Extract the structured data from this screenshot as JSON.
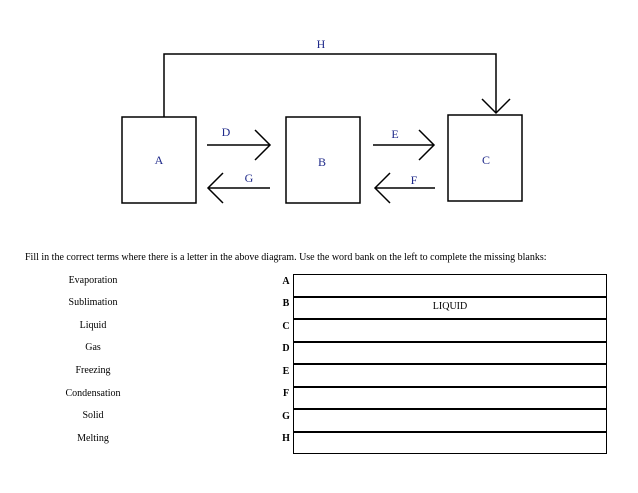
{
  "diagram": {
    "box_a": "A",
    "box_b": "B",
    "box_c": "C",
    "arrow_d": "D",
    "arrow_e": "E",
    "arrow_f": "F",
    "arrow_g": "G",
    "arrow_h": "H",
    "label_color": "#1f2a8a"
  },
  "instructions": "Fill in the correct terms where there is a letter in the above diagram.  Use the word bank on the left to complete the missing blanks:",
  "word_bank": [
    "Evaporation",
    "Sublimation",
    "Liquid",
    "Gas",
    "Freezing",
    "Condensation",
    "Solid",
    "Melting"
  ],
  "answer_rows": [
    {
      "letter": "A",
      "answer": ""
    },
    {
      "letter": "B",
      "answer": "LIQUID"
    },
    {
      "letter": "C",
      "answer": ""
    },
    {
      "letter": "D",
      "answer": ""
    },
    {
      "letter": "E",
      "answer": ""
    },
    {
      "letter": "F",
      "answer": ""
    },
    {
      "letter": "G",
      "answer": ""
    },
    {
      "letter": "H",
      "answer": ""
    }
  ]
}
